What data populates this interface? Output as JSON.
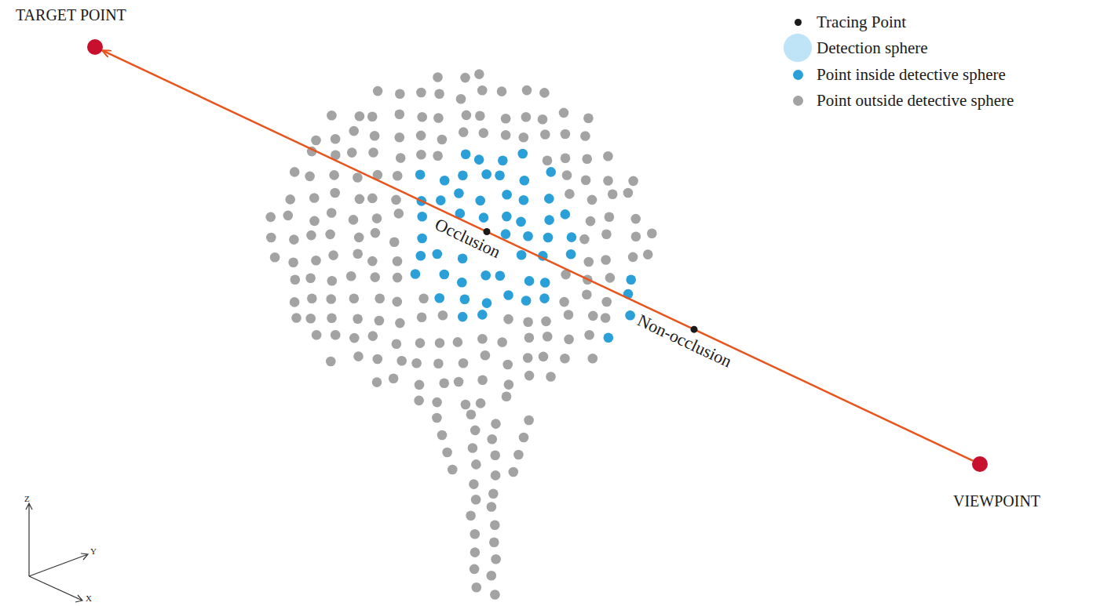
{
  "diagram": {
    "nodes": [
      {
        "text": [
          "TARGET POINT"
        ]
      },
      {
        "text": [
          "Occlusion"
        ]
      },
      {
        "text": [
          "Non-occlusion"
        ]
      },
      {
        "text": [
          "VIEWPOINT"
        ]
      }
    ],
    "edges": [
      {
        "from": 3,
        "to": 0,
        "arrow": "to"
      }
    ],
    "labels": [
      "Z",
      "Y",
      "X"
    ],
    "legend": [
      {
        "text": "Tracing Point",
        "color": "#1a1a1a"
      },
      {
        "text": "Detection sphere",
        "color": "#bfe3f7"
      },
      {
        "text": "Point inside detective sphere",
        "color": "#2a9fd8"
      },
      {
        "text": "Point outside detective sphere",
        "color": "#a3a3a3"
      }
    ]
  }
}
